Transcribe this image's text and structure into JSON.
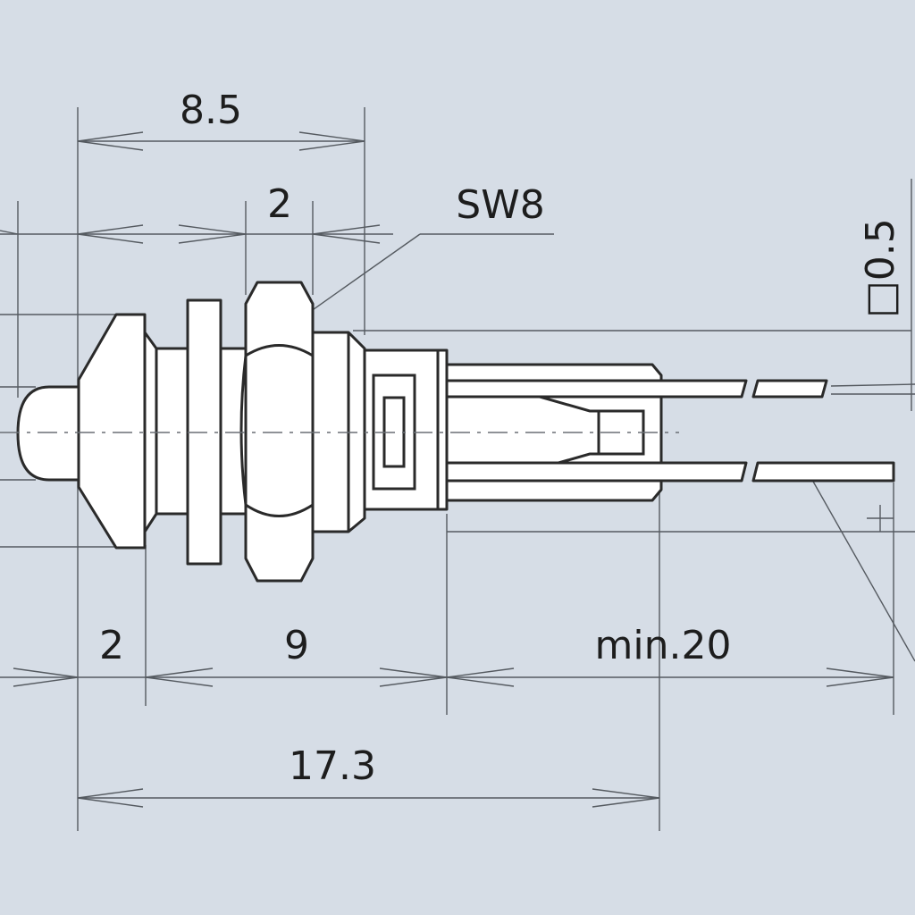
{
  "colors": {
    "background": "#d6dde6",
    "part_fill": "#ffffff",
    "outline": "#2a2a2a",
    "dimension_line": "#555a60"
  },
  "labels": {
    "dim_8_5": "8.5",
    "dim_2_top": "2",
    "nut_size": "SW8",
    "pin_section": "□0.5",
    "dim_2_bottom": "2",
    "dim_9": "9",
    "lead_length": "min.20",
    "dim_17_3": "17.3"
  }
}
